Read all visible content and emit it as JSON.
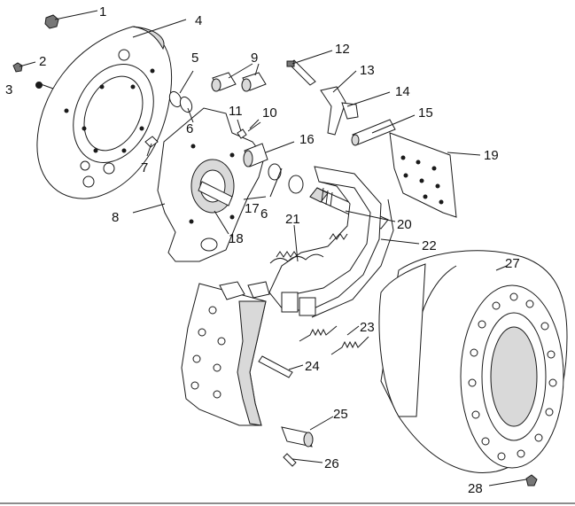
{
  "diagram": {
    "callouts": [
      {
        "id": "callout-1",
        "label": "1"
      },
      {
        "id": "callout-2",
        "label": "2"
      },
      {
        "id": "callout-3",
        "label": "3"
      },
      {
        "id": "callout-4",
        "label": "4"
      },
      {
        "id": "callout-5",
        "label": "5"
      },
      {
        "id": "callout-6a",
        "label": "6"
      },
      {
        "id": "callout-6b",
        "label": "6"
      },
      {
        "id": "callout-7",
        "label": "7"
      },
      {
        "id": "callout-8",
        "label": "8"
      },
      {
        "id": "callout-9",
        "label": "9"
      },
      {
        "id": "callout-10",
        "label": "10"
      },
      {
        "id": "callout-11",
        "label": "11"
      },
      {
        "id": "callout-12",
        "label": "12"
      },
      {
        "id": "callout-13",
        "label": "13"
      },
      {
        "id": "callout-14",
        "label": "14"
      },
      {
        "id": "callout-15",
        "label": "15"
      },
      {
        "id": "callout-16",
        "label": "16"
      },
      {
        "id": "callout-17",
        "label": "17"
      },
      {
        "id": "callout-18",
        "label": "18"
      },
      {
        "id": "callout-19",
        "label": "19"
      },
      {
        "id": "callout-20",
        "label": "20"
      },
      {
        "id": "callout-21",
        "label": "21"
      },
      {
        "id": "callout-22",
        "label": "22"
      },
      {
        "id": "callout-23",
        "label": "23"
      },
      {
        "id": "callout-24",
        "label": "24"
      },
      {
        "id": "callout-25",
        "label": "25"
      },
      {
        "id": "callout-26",
        "label": "26"
      },
      {
        "id": "callout-27",
        "label": "27"
      },
      {
        "id": "callout-28",
        "label": "28"
      }
    ]
  }
}
